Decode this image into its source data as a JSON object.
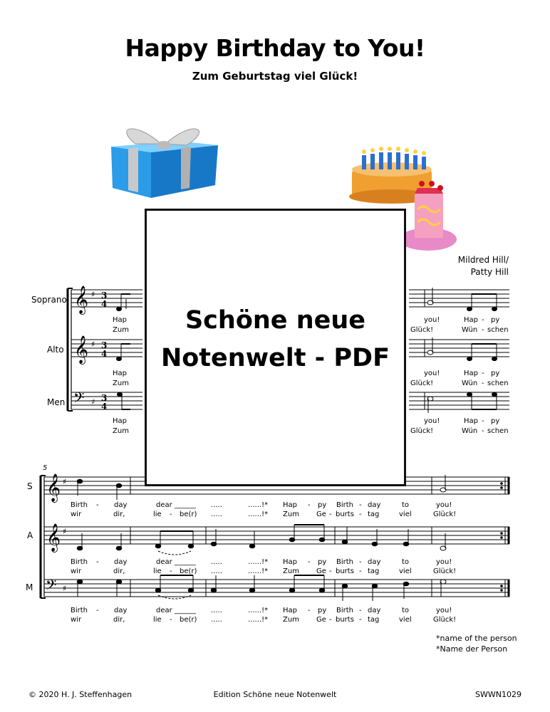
{
  "header": {
    "title": "Happy Birthday to You!",
    "subtitle": "Zum Geburtstag viel Glück!"
  },
  "composer": {
    "line1": "Mildred Hill/",
    "line2": "Patty Hill"
  },
  "overlay": {
    "line1": "Schöne neue",
    "line2": "Notenwelt - PDF"
  },
  "system1": {
    "voices": [
      "Soprano",
      "Alto",
      "Men"
    ],
    "lyrics_left_1": "Hap",
    "lyrics_left_2": "Zum",
    "lyrics_right_1": [
      "you!",
      "Hap",
      "-",
      "py"
    ],
    "lyrics_right_2": [
      "Glück!",
      "Wün",
      "-",
      "schen"
    ]
  },
  "system2": {
    "measure_number": "5",
    "voices": [
      "S",
      "A",
      "M"
    ],
    "lyrics1": [
      "Birth",
      "-",
      "day",
      "dear ______",
      ".....",
      "......!*",
      "Hap",
      "-",
      "py",
      "Birth",
      "-",
      "day",
      "to",
      "you!"
    ],
    "lyrics2": [
      "wir",
      "dir,",
      "lie",
      "-",
      "be(r)",
      ".....",
      "......!*",
      "Zum",
      "Ge",
      "-",
      "burts",
      "-",
      "tag",
      "viel",
      "Glück!"
    ]
  },
  "footnotes": {
    "en": "*name of the person",
    "de": "*Name der Person"
  },
  "footer": {
    "copyright": "© 2020  H. J. Steffenhagen",
    "edition": "Edition Schöne neue Notenwelt",
    "code": "SWWN1029"
  },
  "colors": {
    "gift": "#2a9ce8",
    "ribbon": "#b9b9b9",
    "cake": "#f0a030",
    "plate": "#e88ac8"
  }
}
